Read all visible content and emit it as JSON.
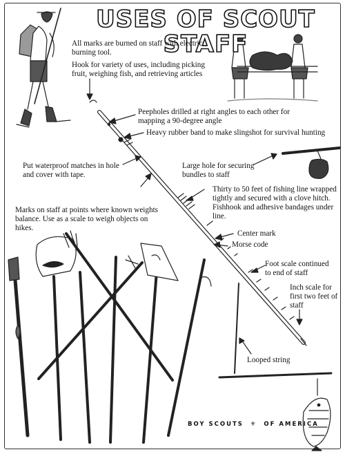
{
  "title": "USES OF SCOUT STAFF",
  "notes": {
    "marks": "All marks are burned on staff with electric burning tool.",
    "hook": "Hook for variety of uses, including picking fruit, weighing fish, and retrieving articles",
    "peepholes": "Peepholes drilled at right angles to each other for mapping a 90-degree angle",
    "rubber_band": "Heavy rubber band to make slingshot for survival hunting",
    "matches": "Put waterproof matches in hole and cover with tape.",
    "large_hole": "Large hole for securing bundles to staff",
    "fishing_line": "Thirty to 50 feet of fishing line wrapped tightly and secured with a clove hitch. Fishhook and adhesive bandages under line.",
    "weights": "Marks on staff at points where known weights balance. Use as a scale to weigh objects on hikes.",
    "center_mark": "Center mark",
    "morse_code": "Morse code",
    "foot_scale": "Foot scale continued to end of staff",
    "inch_scale": "Inch scale for first two feet of staff",
    "looped_string": "Looped string"
  },
  "footer": {
    "left": "BOY SCOUTS",
    "right": "OF AMERICA"
  },
  "icons": [
    "hiker-scout-illustration",
    "scouts-carrying-stretcher-illustration",
    "fish-illustration",
    "fleur-de-lis-icon"
  ]
}
